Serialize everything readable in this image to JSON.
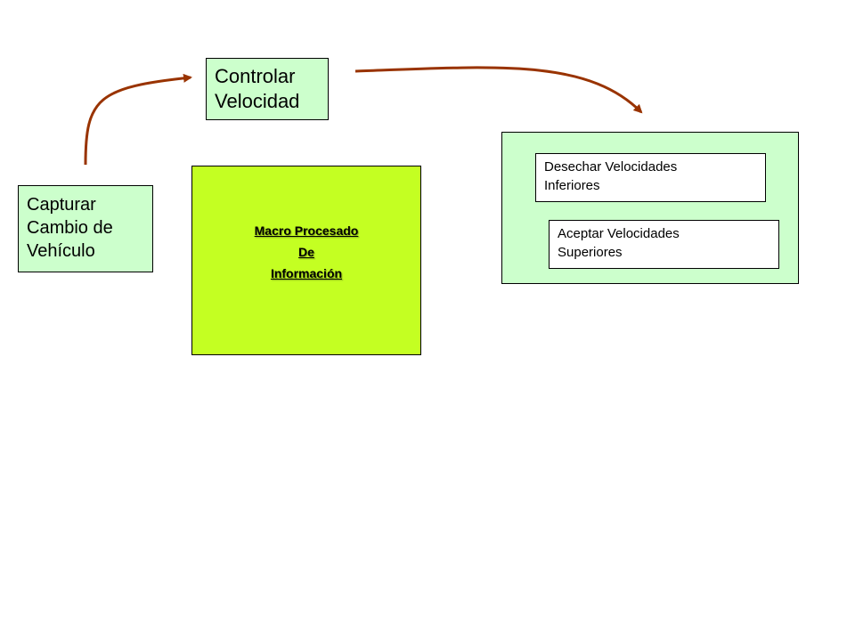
{
  "nodes": {
    "capturar": {
      "lines": [
        "Capturar",
        "Cambio de",
        "Vehículo"
      ]
    },
    "controlar": {
      "lines": [
        "Controlar",
        "Velocidad"
      ]
    },
    "macro": {
      "lines": [
        "Macro Procesado",
        "De",
        "Información"
      ]
    },
    "desechar": {
      "lines": [
        "Desechar Velocidades",
        "Inferiores"
      ]
    },
    "aceptar": {
      "lines": [
        "Aceptar Velocidades",
        "Superiores"
      ]
    }
  },
  "colors": {
    "node_fill": "#ccffcc",
    "macro_fill": "#c4ff22",
    "inner_fill": "#ffffff",
    "arrow": "#993300"
  },
  "edges": [
    {
      "from": "capturar",
      "to": "controlar"
    },
    {
      "from": "controlar",
      "to": "velocity-group"
    }
  ]
}
